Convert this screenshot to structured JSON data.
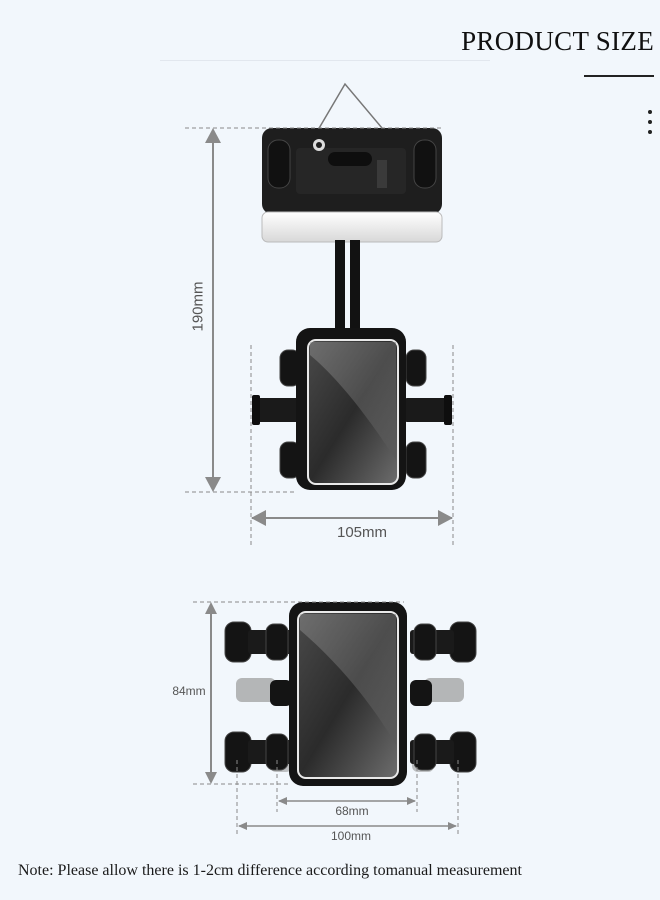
{
  "header": {
    "title": "PRODUCT SIZE"
  },
  "top_view": {
    "height_label": "190mm",
    "width_label": "105mm"
  },
  "bottom_view": {
    "height_label": "84mm",
    "inner_width_label": "68mm",
    "outer_width_label": "100mm"
  },
  "footer": {
    "note": "Note: Please allow there is 1-2cm difference according tomanual measurement"
  },
  "colors": {
    "background": "#f2f7fc",
    "dimension": "#8a8a8a",
    "product": "#1c1c1c"
  }
}
